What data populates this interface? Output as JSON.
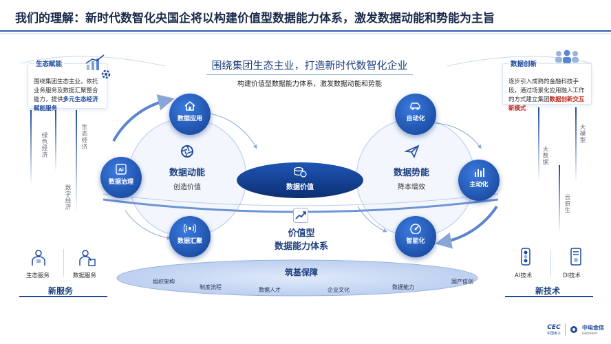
{
  "header": {
    "title": "我们的理解：新时代数智化央国企将以构建价值型数据能力体系，激发数据动能和势能为主旨"
  },
  "center": {
    "headline": "围绕集团生态主业，打造新时代数智化企业",
    "subline": "构建价值型数据能力体系，激发数据动能和势能",
    "hub": "数据价值",
    "bottom_title_1": "价值型",
    "bottom_title_2": "数据能力体系"
  },
  "left_cycle": {
    "title": "数据动能",
    "subtitle": "创造价值",
    "nodes": {
      "top": "数据应用",
      "left": "数据治理",
      "bottom": "数据汇聚"
    }
  },
  "right_cycle": {
    "title": "数据势能",
    "subtitle": "降本增效",
    "nodes": {
      "top": "自动化",
      "right": "主动化",
      "bottom": "智能化"
    }
  },
  "eco_panel": {
    "title": "生态赋能",
    "text_1": "围绕集团生态主业，依托业务服务及数据汇聚整合能力，提供",
    "text_hl": "多元生态经济赋能服务"
  },
  "innov_panel": {
    "title": "数据创新",
    "text_1": "逐步引入成熟的金融科技手段，通过场景化应用融入工作的方式建立集团",
    "text_hl": "数据创新交互新模式"
  },
  "left_vlabels": [
    "绿色经济",
    "生态经济",
    "数字经济"
  ],
  "right_vlabels": [
    "大模型",
    "大数据",
    "云原生"
  ],
  "new_service": {
    "title": "新服务",
    "items": [
      "生态服务",
      "数据服务"
    ]
  },
  "new_tech": {
    "title": "新技术",
    "items": [
      "AI技术",
      "DI技术"
    ]
  },
  "foundation": {
    "title": "筑基保障",
    "items": [
      "组织架构",
      "制度流程",
      "数据人才",
      "企业文化",
      "数据能力",
      "国产信创"
    ]
  },
  "logo": {
    "cec": "CEC",
    "cec_sub": "中国电子",
    "cg": "中电金信",
    "cg_sub": "Gientech"
  },
  "colors": {
    "primary": "#1d4a9c",
    "accent_red": "#c0281c",
    "light_blue": "#e6eefb"
  }
}
